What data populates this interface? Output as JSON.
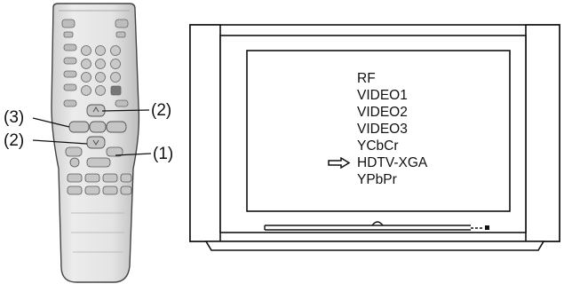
{
  "callouts": {
    "upper_left": "(3)",
    "lower_left": "(2)",
    "upper_right": "(2)",
    "lower_right": "(1)"
  },
  "input_menu": {
    "items": [
      "RF",
      "VIDEO1",
      "VIDEO2",
      "VIDEO3",
      "YCbCr",
      "HDTV-XGA",
      "YPbPr"
    ],
    "selected_index": 5
  },
  "colors": {
    "line": "#111111",
    "remote_body": "#e4e4e4",
    "remote_button": "#c6c6c6",
    "tv_frame": "#ffffff"
  }
}
